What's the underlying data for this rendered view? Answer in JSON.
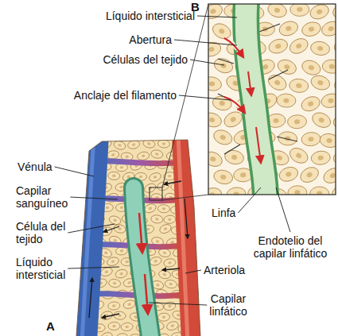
{
  "diagram": {
    "labels": [
      "B",
      "Líquido intersticial",
      "Abertura",
      "Células del tejido",
      "Anclaje del filamento",
      "Vénula",
      "Capilar sanguíneo",
      "Célula del tejido",
      "Líquido intersticial",
      "Arteriola",
      "Linfa",
      "Endotelio del capilar linfático",
      "Capilar linfático",
      "A"
    ]
  }
}
